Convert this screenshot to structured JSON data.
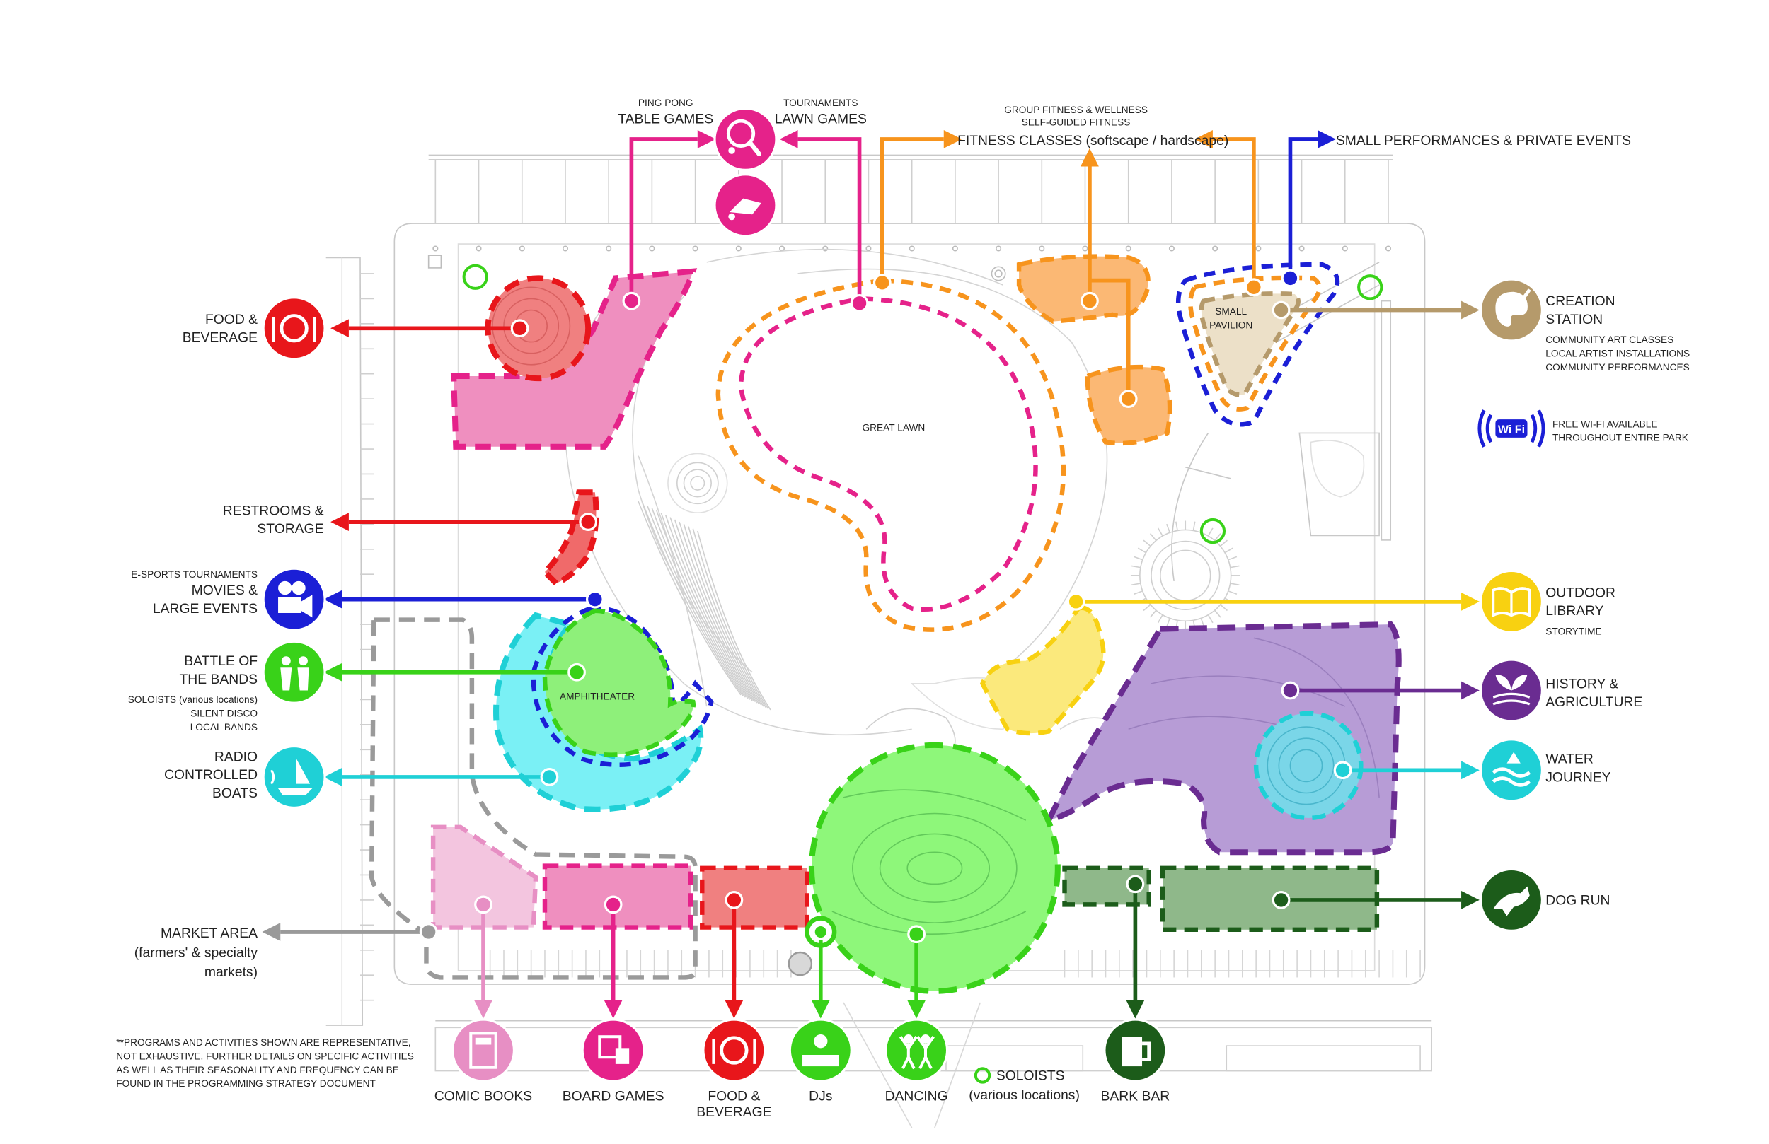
{
  "colors": {
    "red": "#e8161b",
    "pink": "#e5228a",
    "orange": "#f7941d",
    "blue": "#1b1fd6",
    "green": "#39d219",
    "cyan": "#1fd0d6",
    "purple": "#6a2c91",
    "yellow": "#f8d111",
    "tan": "#b59a6b",
    "darkgreen": "#1c5c1a",
    "gray": "#8a8a8a",
    "lightpink": "#e78fc4"
  },
  "map": {
    "great_lawn": "GREAT LAWN",
    "small_pavilion": [
      "SMALL",
      "PAVILION"
    ],
    "amphitheater": "AMPHITHEATER"
  },
  "programs": {
    "ping_pong": {
      "sub": "PING PONG",
      "title": "TABLE GAMES"
    },
    "tournaments": {
      "sub": "TOURNAMENTS",
      "title": "LAWN GAMES"
    },
    "fitness": {
      "sub1": "GROUP FITNESS & WELLNESS",
      "sub2": "SELF-GUIDED FITNESS",
      "title": "FITNESS CLASSES (softscape / hardscape)"
    },
    "small_performances": {
      "title": "SMALL PERFORMANCES & PRIVATE EVENTS"
    },
    "food_left": {
      "lines": [
        "FOOD &",
        "BEVERAGE"
      ]
    },
    "restrooms": {
      "lines": [
        "RESTROOMS &",
        "STORAGE"
      ]
    },
    "movies": {
      "sub": "E-SPORTS TOURNAMENTS",
      "lines": [
        "MOVIES &",
        "LARGE EVENTS"
      ]
    },
    "battle": {
      "lines": [
        "BATTLE OF",
        "THE BANDS"
      ],
      "subs": [
        "SOLOISTS (various locations)",
        "SILENT DISCO",
        "LOCAL BANDS"
      ]
    },
    "radio": {
      "lines": [
        "RADIO",
        "CONTROLLED",
        "BOATS"
      ]
    },
    "market": {
      "lines": [
        "MARKET AREA",
        "(farmers' & specialty",
        "markets)"
      ]
    },
    "creation": {
      "lines": [
        "CREATION",
        "STATION"
      ],
      "subs": [
        "COMMUNITY ART CLASSES",
        "LOCAL ARTIST INSTALLATIONS",
        "COMMUNITY PERFORMANCES"
      ]
    },
    "wifi": {
      "lines": [
        "FREE WI-FI AVAILABLE",
        "THROUGHOUT ENTIRE PARK"
      ],
      "badge": "Wi Fi"
    },
    "library": {
      "lines": [
        "OUTDOOR",
        "LIBRARY"
      ],
      "sub": "STORYTIME"
    },
    "history": {
      "lines": [
        "HISTORY &",
        "AGRICULTURE"
      ]
    },
    "water": {
      "lines": [
        "WATER",
        "JOURNEY"
      ]
    },
    "dog_run": {
      "title": "DOG RUN"
    },
    "comic": {
      "title": "COMIC BOOKS"
    },
    "board": {
      "title": "BOARD GAMES"
    },
    "food_bottom": {
      "lines": [
        "FOOD &",
        "BEVERAGE"
      ]
    },
    "djs": {
      "title": "DJs"
    },
    "dancing": {
      "title": "DANCING"
    },
    "soloists": {
      "lines": [
        "SOLOISTS",
        "(various locations)"
      ]
    },
    "bark_bar": {
      "title": "BARK BAR"
    }
  },
  "icons": {
    "ping_pong": "ping-pong-icon",
    "lawn_games": "lawn-games-icon",
    "food": "food-plate-icon",
    "movies": "movie-camera-icon",
    "battle": "band-icon",
    "radio": "boat-icon",
    "creation": "paint-palette-icon",
    "library": "book-icon",
    "history": "plant-icon",
    "water": "water-icon",
    "dog": "dog-icon",
    "comic": "comic-book-icon",
    "board": "board-game-icon",
    "djs": "dj-icon",
    "dancing": "dancing-icon",
    "bark_bar": "beer-mug-icon",
    "wifi": "wifi-icon"
  },
  "footnote": [
    "**PROGRAMS AND ACTIVITIES SHOWN ARE REPRESENTATIVE,",
    "NOT EXHAUSTIVE. FURTHER DETAILS ON SPECIFIC ACTIVITIES",
    "AS WELL AS THEIR SEASONALITY AND FREQUENCY CAN BE",
    "FOUND IN THE PROGRAMMING STRATEGY DOCUMENT"
  ]
}
